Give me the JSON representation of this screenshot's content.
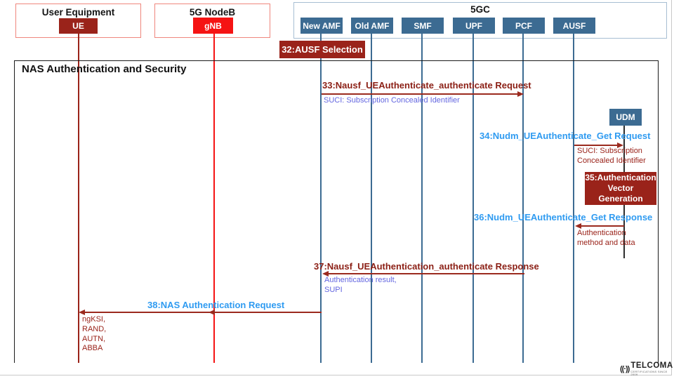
{
  "header": {
    "ue_group": {
      "title": "User Equipment",
      "node": "UE"
    },
    "gnb_group": {
      "title": "5G NodeB",
      "node": "gNB"
    },
    "core_group": {
      "title": "5GC",
      "nodes": [
        "New AMF",
        "Old AMF",
        "SMF",
        "UPF",
        "PCF",
        "AUSF"
      ]
    },
    "udm_node": "UDM"
  },
  "frame": {
    "title": "NAS Authentication and Security"
  },
  "steps": {
    "s32": {
      "label": "32:AUSF Selection"
    },
    "s33": {
      "label": "33:Nausf_UEAuthenticate_authenticate Request",
      "param": "SUCI: Subscription Concealed Identifier"
    },
    "s34": {
      "label": "34:Nudm_UEAuthenticate_Get Request",
      "params": [
        "SUCI: Subscription",
        "Concealed Identifier"
      ]
    },
    "s35": {
      "lines": [
        "35:Authentication",
        "Vector",
        "Generation"
      ]
    },
    "s36": {
      "label": "36:Nudm_UEAuthenticate_Get Response",
      "params": [
        "Authentication",
        "method and data"
      ]
    },
    "s37": {
      "label": "37:Nausf_UEAuthentication_authenticate Response",
      "params": [
        "Authentication result,",
        "SUPI"
      ]
    },
    "s38": {
      "label": "38:NAS Authentication Request",
      "params": [
        "ngKSI,",
        "RAND,",
        "AUTN,",
        "ABBA"
      ]
    }
  },
  "logo": {
    "waves": "((·))",
    "name": "TELCOMA",
    "subtitle": "CERTIFICATIONS SINCE 2009"
  },
  "colors": {
    "dark_red": "#9a231a",
    "bright_red": "#f51313",
    "steel_blue": "#3c6b92",
    "azure_text": "#2f9bf1",
    "violet_text": "#6366e0",
    "maroon_text": "#8b1f15",
    "salmon_border": "#ef867d",
    "core_border": "#a7bed3",
    "frame_border": "#1a1a1a"
  }
}
